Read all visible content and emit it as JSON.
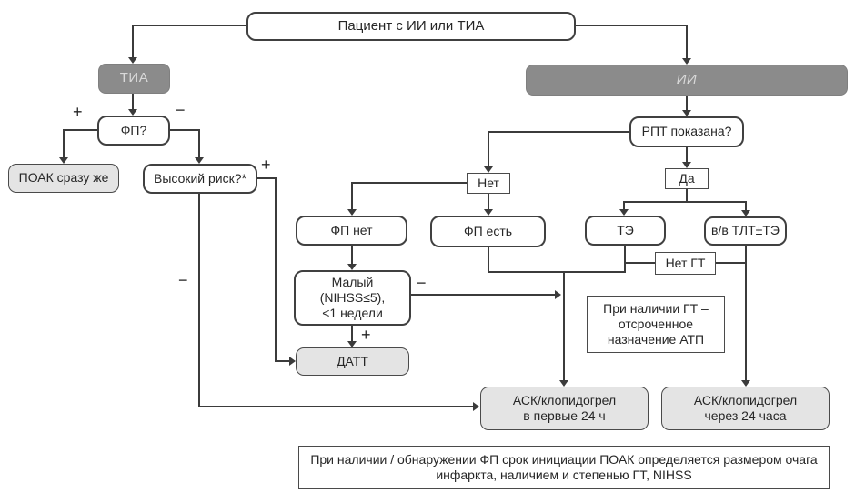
{
  "title": "Пациент с ИИ или ТИА",
  "colors": {
    "header_box_fill": "#8b8b8b",
    "header_box_text": "#d9d9d9",
    "result_box_fill": "#e4e4e4",
    "decision_box_fill": "#ffffff",
    "line": "#3b3b3b",
    "text": "#262626"
  },
  "labels": {
    "plus": "+",
    "minus": "−"
  },
  "nodes": {
    "patient": "Пациент с ИИ или ТИА",
    "tia": "ТИА",
    "ii": "ИИ",
    "fp_question": "ФП?",
    "poak": "ПОАК сразу же",
    "high_risk": "Высокий риск?*",
    "rpt_question": "РПТ показана?",
    "no": "Нет",
    "yes": "Да",
    "fp_absent": "ФП нет",
    "fp_present": "ФП есть",
    "te": "ТЭ",
    "tlt": "в/в ТЛТ±ТЭ",
    "no_gt": "Нет ГТ",
    "minor_stroke": "Малый\n(NIHSS≤5),\n<1 недели",
    "datt": "ДАТТ",
    "gt_delay": "При наличии ГТ –\nотсроченное\nназначение АТП",
    "ask_early": "АСК/клопидогрел\nв первые 24 ч",
    "ask_late": "АСК/клопидогрел\nчерез 24 часа",
    "footnote": "При наличии / обнаружении ФП срок инициации ПОАК определяется размером очага\nинфаркта, наличием и степенью ГТ, NIHSS"
  },
  "edges": [
    {
      "from": "patient",
      "to": "tia"
    },
    {
      "from": "patient",
      "to": "ii"
    },
    {
      "from": "tia",
      "to": "fp_question"
    },
    {
      "from": "fp_question",
      "to": "poak",
      "label": "+"
    },
    {
      "from": "fp_question",
      "to": "high_risk",
      "label": "−"
    },
    {
      "from": "high_risk",
      "to": "datt",
      "label": "+"
    },
    {
      "from": "high_risk",
      "to": "ask_early",
      "label": "−"
    },
    {
      "from": "ii",
      "to": "rpt_question"
    },
    {
      "from": "rpt_question",
      "to": "no"
    },
    {
      "from": "rpt_question",
      "to": "yes"
    },
    {
      "from": "no",
      "to": "fp_absent"
    },
    {
      "from": "no",
      "to": "fp_present"
    },
    {
      "from": "yes",
      "to": "te"
    },
    {
      "from": "yes",
      "to": "tlt"
    },
    {
      "from": "fp_absent",
      "to": "minor_stroke"
    },
    {
      "from": "minor_stroke",
      "to": "datt",
      "label": "+"
    },
    {
      "from": "minor_stroke",
      "to": "ask_early",
      "label": "−"
    },
    {
      "from": "fp_present",
      "to": "ask_early"
    },
    {
      "from": "te",
      "to": "ask_early"
    },
    {
      "from": "te",
      "to": "tlt",
      "label": "Нет ГТ"
    },
    {
      "from": "tlt",
      "to": "ask_late"
    }
  ]
}
